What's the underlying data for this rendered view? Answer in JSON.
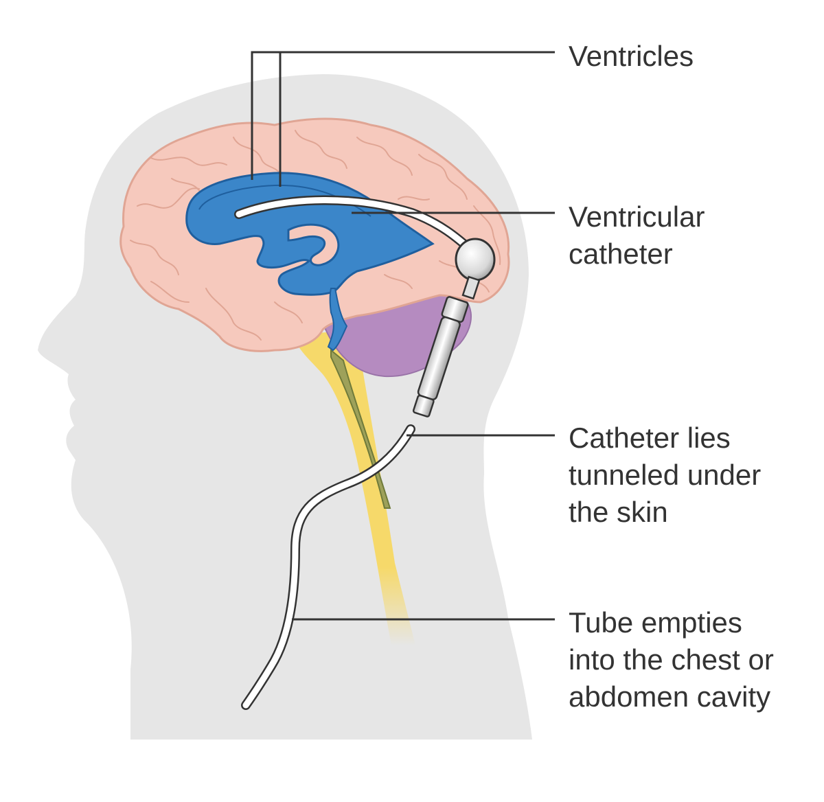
{
  "labels": {
    "ventricles": "Ventricles",
    "ventricular_catheter": [
      "Ventricular",
      "catheter"
    ],
    "catheter_tunneled": [
      "Catheter lies",
      "tunneled under",
      "the skin"
    ],
    "tube_empties": [
      "Tube empties",
      "into the chest or",
      "abdomen cavity"
    ]
  },
  "colors": {
    "head_silhouette": "#e6e6e6",
    "brain": "#f6c9bd",
    "brain_outline": "#e0a594",
    "ventricles": "#3b86c9",
    "ventricles_outline": "#1f5f9e",
    "cerebellum": "#b58bc0",
    "spinal_cord": "#f6d96a",
    "catheter": "#ffffff",
    "catheter_outline": "#333333",
    "text": "#333333"
  }
}
